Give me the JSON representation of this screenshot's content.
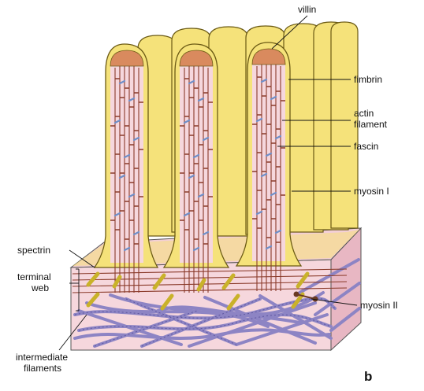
{
  "figure": {
    "panel_letter": "b",
    "labels": {
      "villin": "villin",
      "fimbrin": "fimbrin",
      "actin_line1": "actin",
      "actin_line2": "filament",
      "fascin": "fascin",
      "myosin1": "myosin I",
      "spectrin": "spectrin",
      "terminal_line1": "terminal",
      "terminal_line2": "web",
      "myosin2": "myosin II",
      "intermediate_line1": "intermediate",
      "intermediate_line2": "filaments"
    },
    "colors": {
      "membrane": "#f5e27a",
      "membrane_outline": "#6b5a14",
      "cytoplasm": "#f6d7dd",
      "villin_cap": "#d98a5e",
      "actin": "#8a3a2a",
      "fimbrin": "#6f8fc9",
      "intermediate": "#8d84c4",
      "spectrin": "#c9b22a"
    }
  }
}
